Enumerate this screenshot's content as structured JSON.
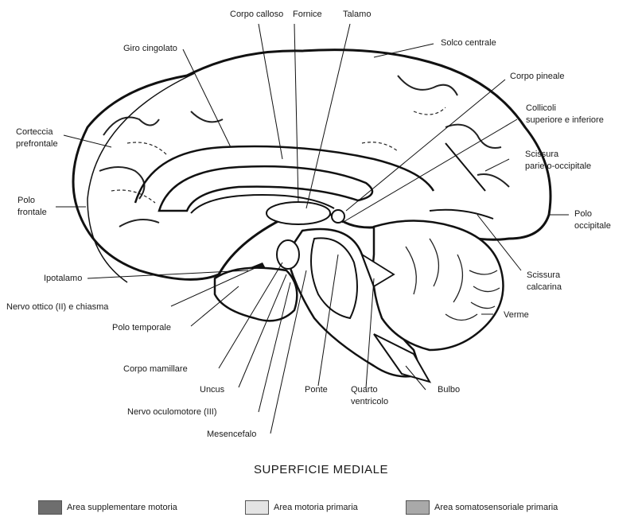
{
  "labels": {
    "corpo_calloso": "Corpo calloso",
    "fornice": "Fornice",
    "talamo": "Talamo",
    "giro_cingolato": "Giro cingolato",
    "solco_centrale": "Solco centrale",
    "corpo_pineale": "Corpo pineale",
    "collicoli_1": "Collicoli",
    "collicoli_2": "superiore e inferiore",
    "corteccia_1": "Corteccia",
    "corteccia_2": "prefrontale",
    "scissura_po_1": "Scissura",
    "scissura_po_2": "parieto-occipitale",
    "polo_frontale_1": "Polo",
    "polo_frontale_2": "frontale",
    "polo_occipitale_1": "Polo",
    "polo_occipitale_2": "occipitale",
    "ipotalamo": "Ipotalamo",
    "scissura_calc_1": "Scissura",
    "scissura_calc_2": "calcarina",
    "nervo_ottico": "Nervo ottico (II) e chiasma",
    "verme": "Verme",
    "polo_temporale": "Polo temporale",
    "corpo_mamillare": "Corpo mamillare",
    "bulbo": "Bulbo",
    "uncus": "Uncus",
    "ponte": "Ponte",
    "quarto_1": "Quarto",
    "quarto_2": "ventricolo",
    "nervo_oculomotore": "Nervo oculomotore (III)",
    "mesencefalo": "Mesencefalo"
  },
  "title": "SUPERFICIE MEDIALE",
  "legend": [
    {
      "label": "Area supplementare motoria",
      "color": "#6e6e6e"
    },
    {
      "label": "Area motoria primaria",
      "color": "#e4e4e4"
    },
    {
      "label": "Area somatosensoriale primaria",
      "color": "#a9a9a9"
    }
  ]
}
